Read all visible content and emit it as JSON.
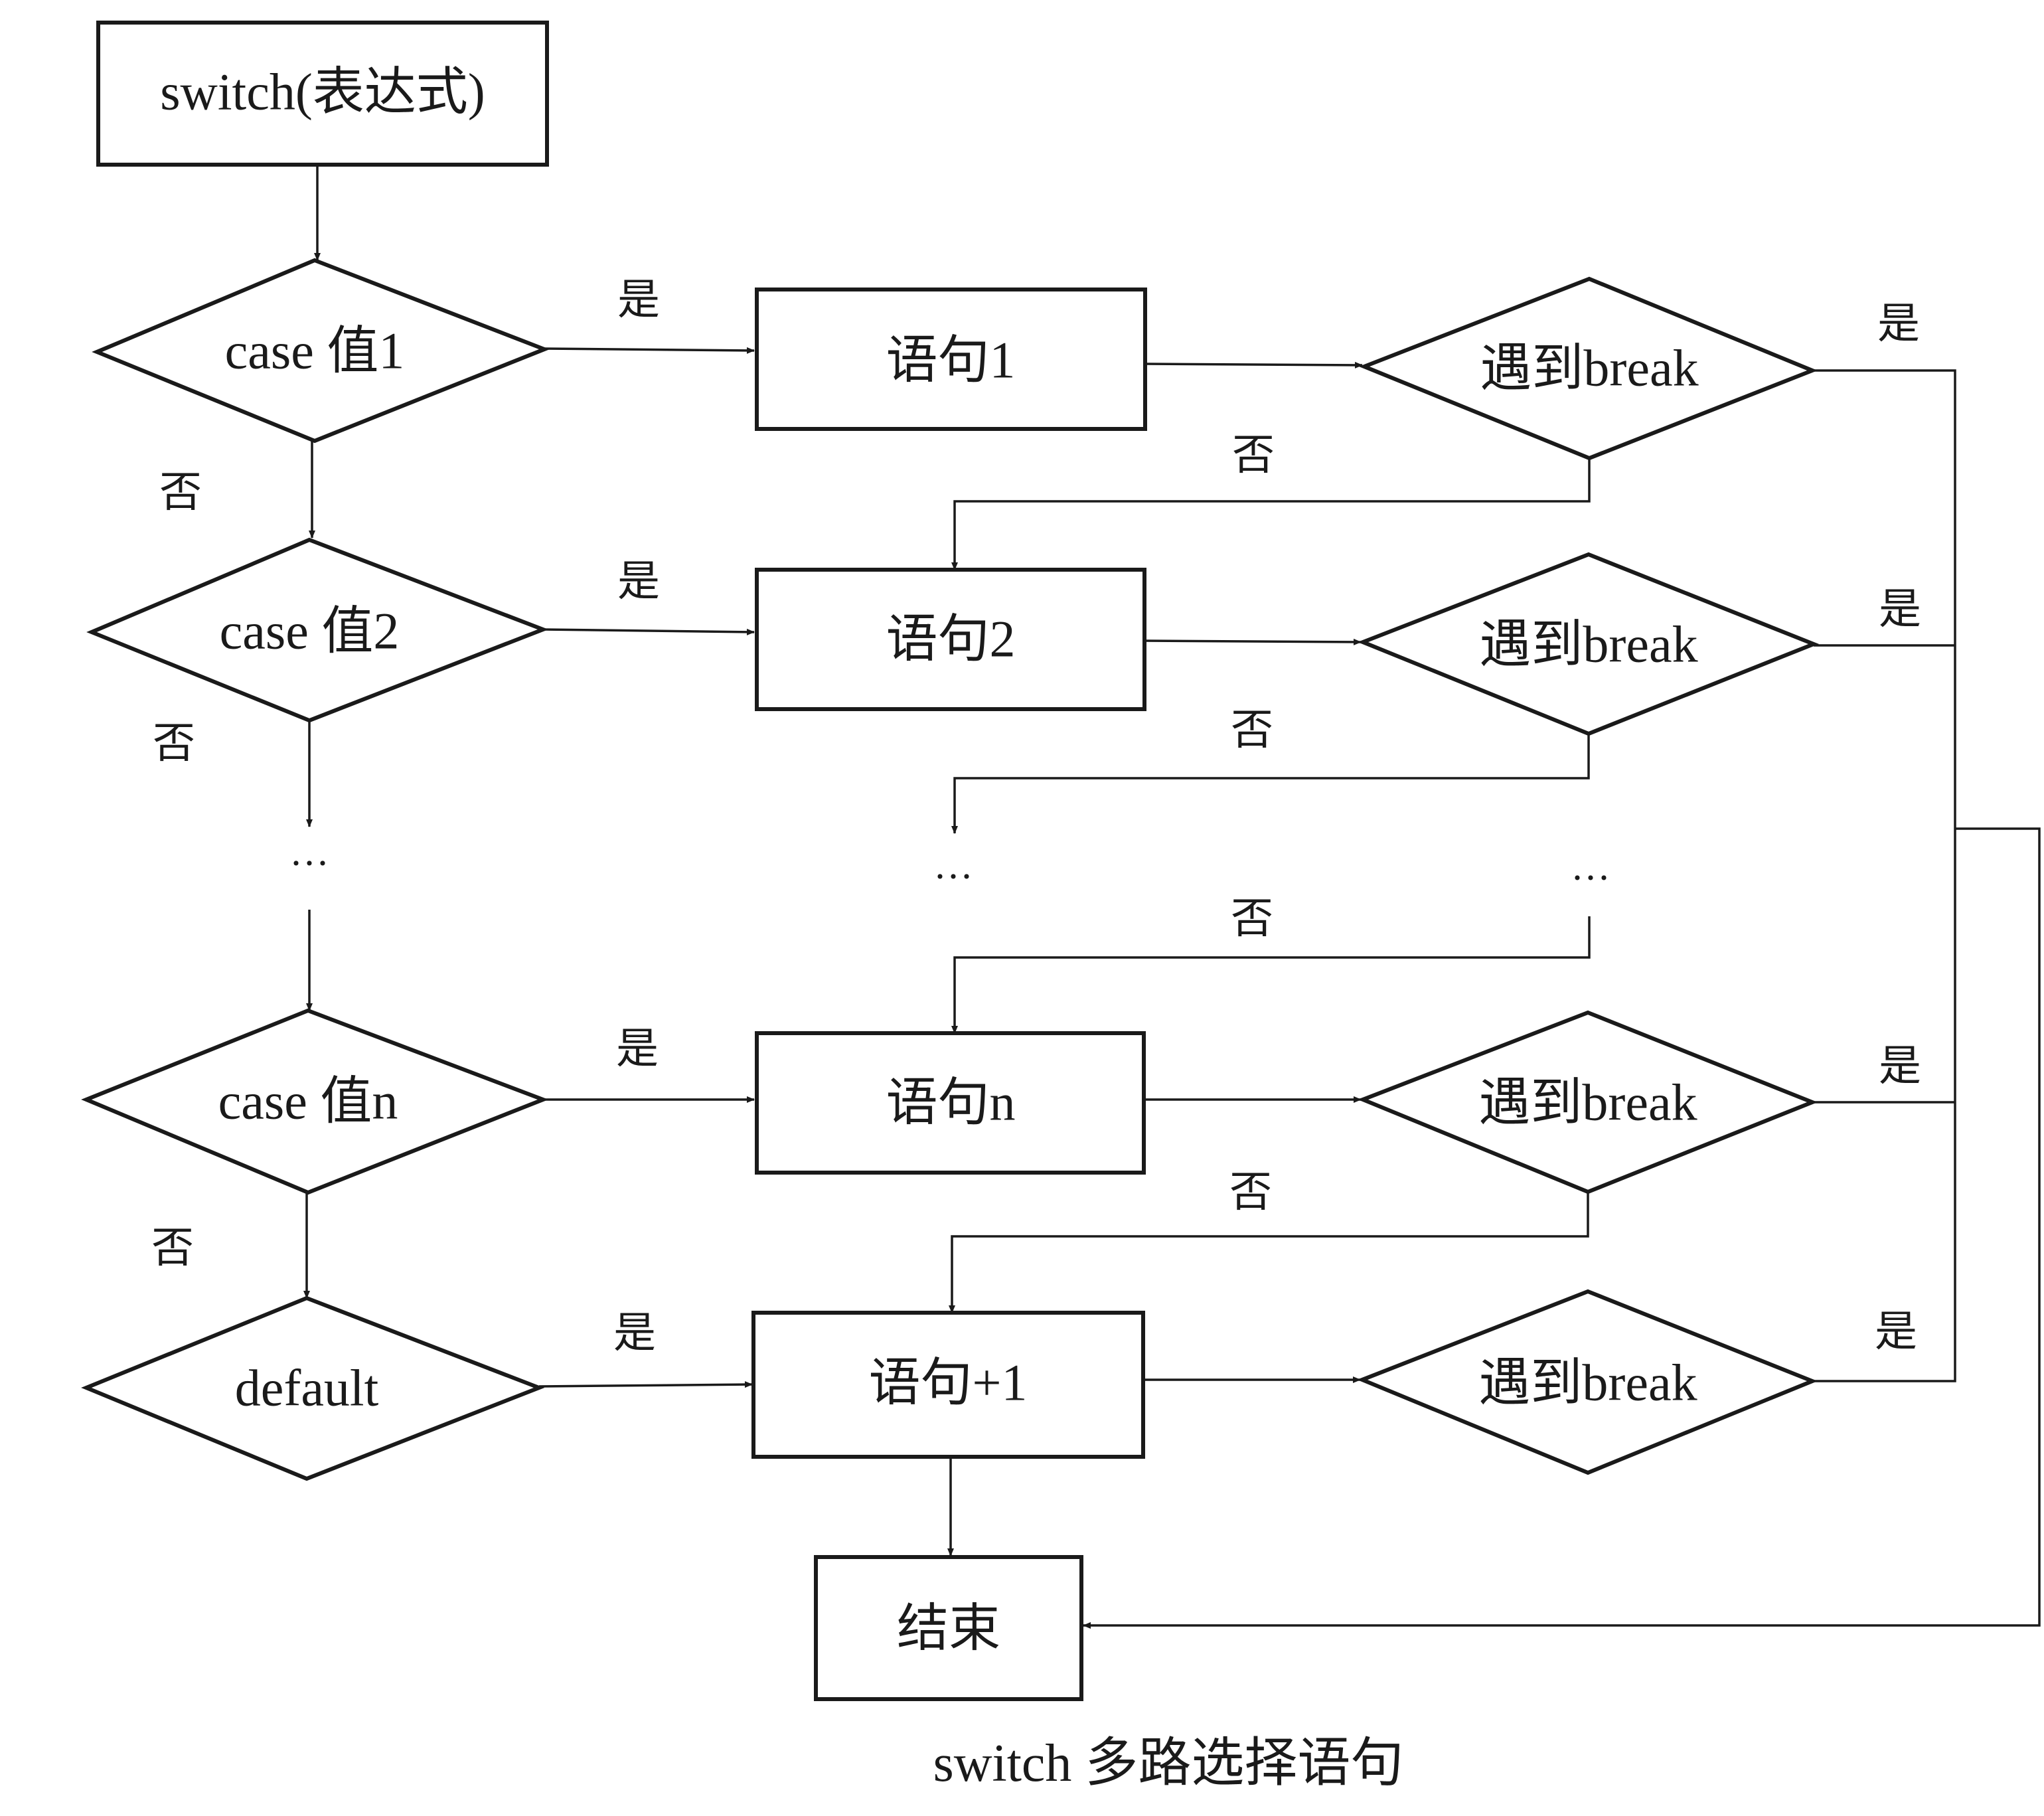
{
  "nodes": {
    "start": "switch(表达式)",
    "case1": "case 值1",
    "case2": "case 值2",
    "casen": "case 值n",
    "default": "default",
    "stmt1": "语句1",
    "stmt2": "语句2",
    "stmtn": "语句n",
    "stmt_plus1": "语句+1",
    "break1": "遇到break",
    "break2": "遇到break",
    "breakn": "遇到break",
    "break_last": "遇到break",
    "end": "结束"
  },
  "labels": {
    "yes": "是",
    "no": "否"
  },
  "ellipsis": {
    "left": "···",
    "middle": "···",
    "right": "···"
  },
  "caption": "switch 多路选择语句"
}
